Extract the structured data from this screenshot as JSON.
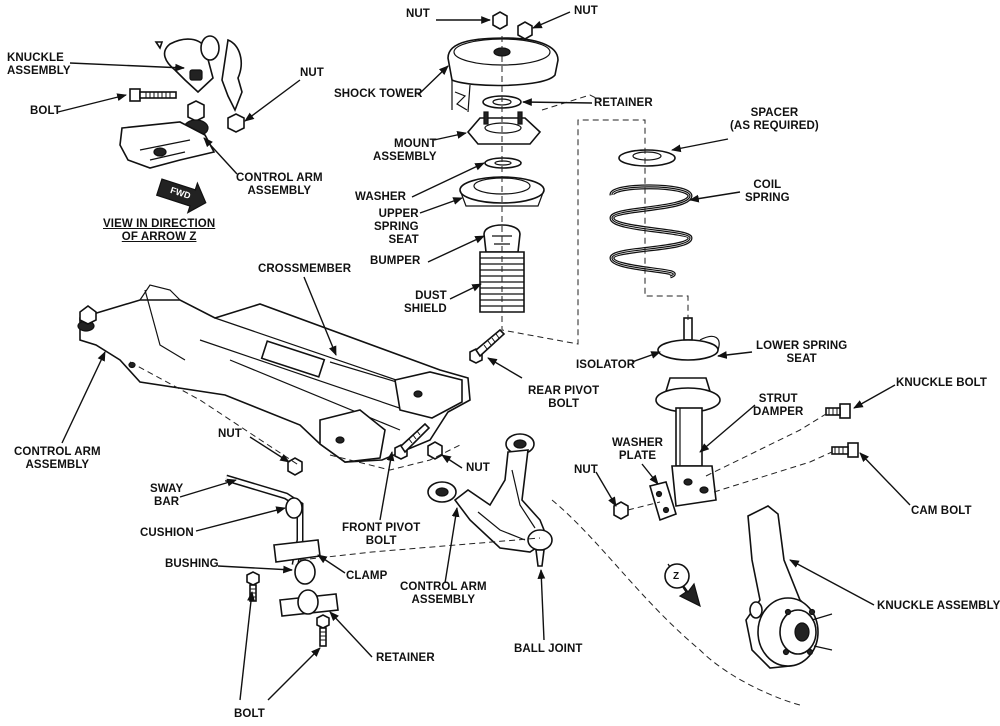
{
  "labels": {
    "nut_top": "NUT",
    "nut_top_right": "NUT",
    "knuckle_assembly_inset": "KNUCKLE\nASSEMBLY",
    "nut_inset": "NUT",
    "bolt_inset": "BOLT",
    "control_arm_assembly_inset": "CONTROL ARM\nASSEMBLY",
    "fwd": "FWD",
    "view_direction": "VIEW IN DIRECTION\nOF ARROW Z",
    "shock_tower": "SHOCK TOWER",
    "retainer_top": "RETAINER",
    "mount_assembly": "MOUNT\nASSEMBLY",
    "washer": "WASHER",
    "upper_spring_seat": "UPPER\nSPRING\nSEAT",
    "bumper": "BUMPER",
    "dust_shield": "DUST\nSHIELD",
    "spacer": "SPACER\n(AS REQUIRED)",
    "coil_spring": "COIL\nSPRING",
    "crossmember": "CROSSMEMBER",
    "isolator": "ISOLATOR",
    "lower_spring_seat": "LOWER SPRING\nSEAT",
    "strut_damper": "STRUT\nDAMPER",
    "rear_pivot_bolt": "REAR PIVOT\nBOLT",
    "knuckle_bolt": "KNUCKLE BOLT",
    "control_arm_assembly_left": "CONTROL ARM\nASSEMBLY",
    "nut_left": "NUT",
    "nut_center": "NUT",
    "washer_plate": "WASHER\nPLATE",
    "nut_right": "NUT",
    "cam_bolt": "CAM BOLT",
    "sway_bar": "SWAY\nBAR",
    "cushion": "CUSHION",
    "front_pivot_bolt": "FRONT PIVOT\nBOLT",
    "bushing": "BUSHING",
    "clamp": "CLAMP",
    "control_arm_assembly_center": "CONTROL ARM\nASSEMBLY",
    "z_marker": "Z",
    "knuckle_assembly_right": "KNUCKLE ASSEMBLY",
    "retainer_bottom": "RETAINER",
    "ball_joint": "BALL JOINT",
    "bolt_bottom": "BOLT"
  }
}
